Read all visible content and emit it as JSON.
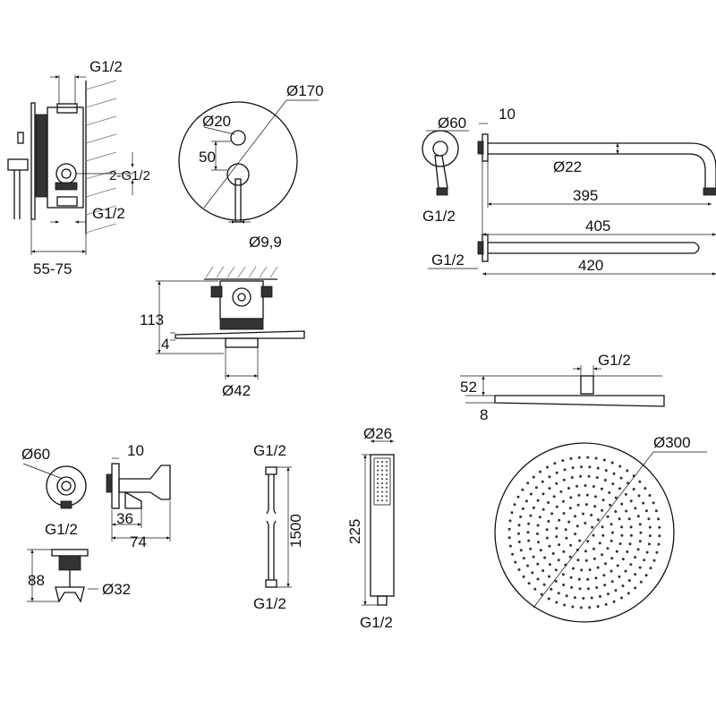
{
  "mixer": {
    "top_thread": "G1/2",
    "side_thread": "2-G1/2",
    "bottom_thread": "G1/2",
    "depth": "55-75",
    "plate_diameter": "Ø170",
    "knob_diameter": "Ø20",
    "handle_offset": "50",
    "handle_diameter": "Ø9,9",
    "height": "113",
    "plate_thickness": "4",
    "spout_diameter": "Ø42"
  },
  "wall_arm": {
    "flange_diameter": "Ø60",
    "flange_thickness": "10",
    "tube_diameter": "Ø22",
    "arm_length": "395",
    "total_length": "405",
    "thread": "G1/2",
    "straight_thread": "G1/2",
    "straight_length": "420"
  },
  "rain_head": {
    "thread": "G1/2",
    "height": "52",
    "thickness": "8",
    "diameter": "Ø300"
  },
  "wall_outlet": {
    "diameter": "Ø60",
    "thickness": "10",
    "thread": "G1/2",
    "depth_inner": "36",
    "depth_total": "74",
    "holder_height": "88",
    "holder_diameter": "Ø32"
  },
  "hose": {
    "top_thread": "G1/2",
    "length": "1500",
    "bottom_thread": "G1/2"
  },
  "hand_shower": {
    "diameter": "Ø26",
    "length": "225",
    "thread": "G1/2"
  }
}
